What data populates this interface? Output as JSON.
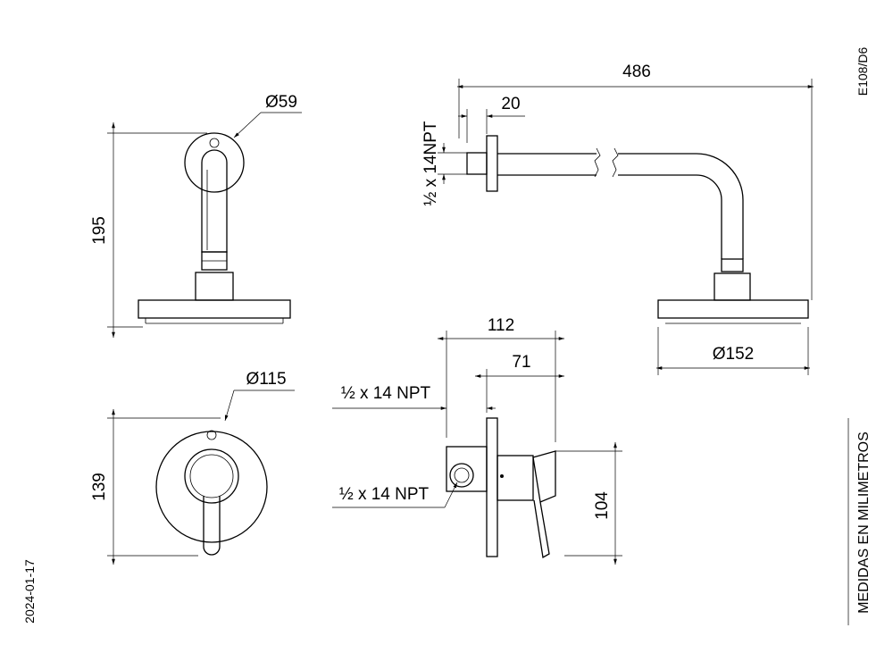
{
  "meta": {
    "code": "E108/D6",
    "date": "2024-01-17",
    "units_note": "MEDIDAS EN MILIMETROS"
  },
  "dimensions": {
    "flange_diameter": "Ø59",
    "arm_height": "195",
    "arm_length": "486",
    "thread_depth": "20",
    "arm_thread": "½ x 14NPT",
    "head_diameter": "Ø152",
    "plate_diameter": "Ø115",
    "plate_height": "139",
    "valve_depth_total": "112",
    "valve_depth_body": "71",
    "valve_thread_top": "½ x 14 NPT",
    "valve_thread_bottom": "½ x 14 NPT",
    "valve_height": "104"
  }
}
